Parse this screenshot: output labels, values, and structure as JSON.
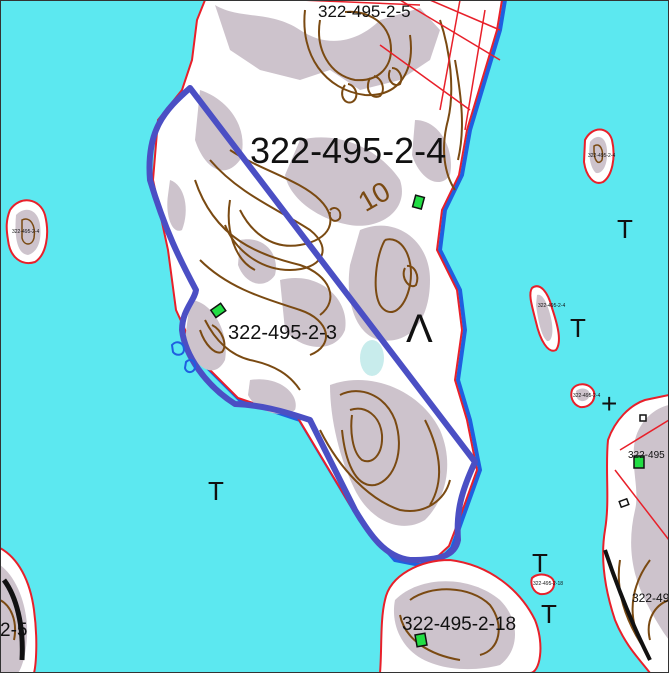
{
  "map": {
    "colors": {
      "water": "#5ce8f0",
      "land": "#ffffff",
      "rock": "#cdc3cc",
      "shoreline_red": "#e8202a",
      "shoreline_blue": "#1f5fe0",
      "contour": "#7a4a12",
      "boundary": "#4b4fc4",
      "building": "#22dd44",
      "pond": "#c8ecec"
    },
    "parcel_labels": {
      "top": "322-495-2-5",
      "main": "322-495-2-4",
      "middle": "322-495-2-3",
      "bottom": "322-495-2-18",
      "bottom_left": "2-5",
      "right_edge": "322-495",
      "right_edge_2": "322-49",
      "islet_left": "322-495-2-4",
      "islet_top_right": "322-495-2-4",
      "islet_right": "322-495-2-4",
      "islet_small": "322-495-2-4",
      "islet_bottom": "322-495-2-18"
    },
    "contour_label": "10",
    "symbols": {
      "t_mark": "T",
      "plus_mark": "+",
      "lambda_mark": "Λ"
    }
  }
}
